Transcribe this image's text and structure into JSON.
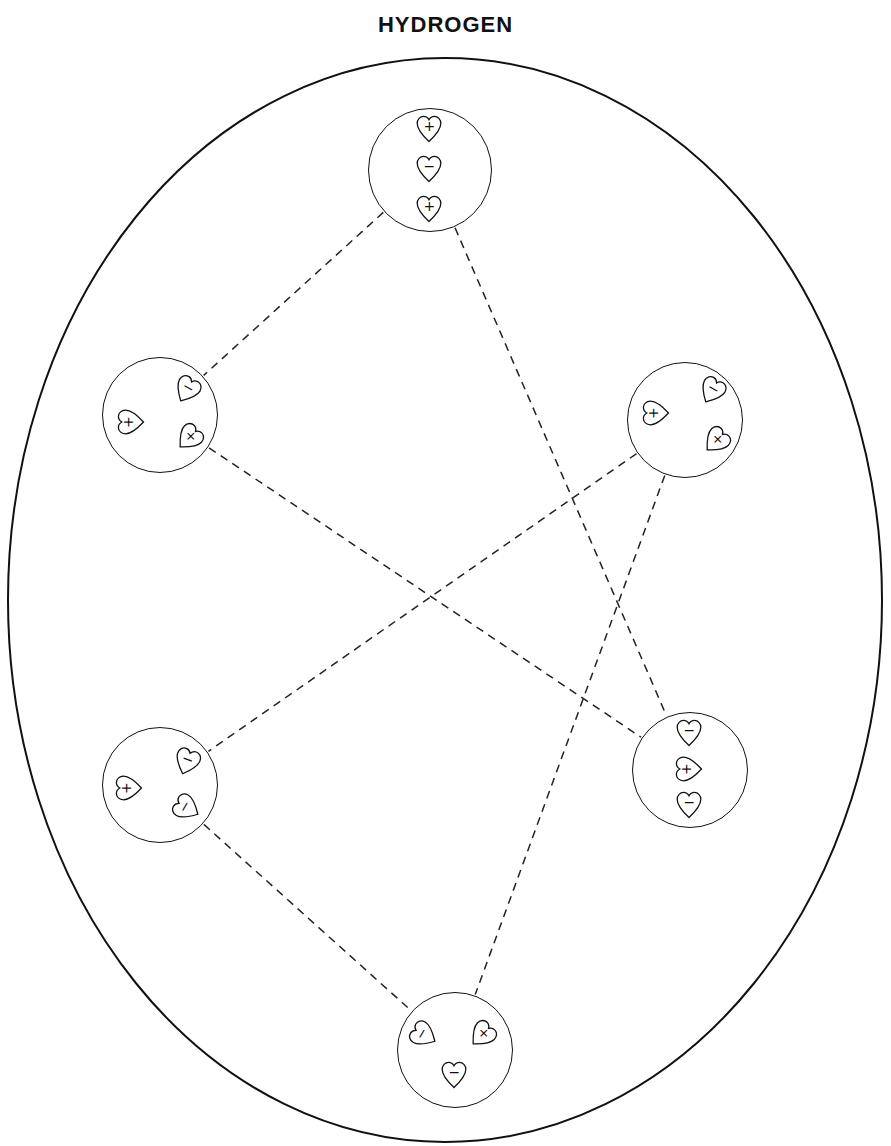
{
  "diagram": {
    "nodes": [
      {
        "text": [
          "HYDROGEN"
        ]
      },
      {
        "text": [],
        "in": 0
      },
      {
        "text": [
          "+"
        ],
        "in": 1
      },
      {
        "text": [
          "−"
        ],
        "in": 1
      },
      {
        "text": [
          "+"
        ],
        "in": 1
      },
      {
        "text": [],
        "in": 0
      },
      {
        "text": [
          "−"
        ],
        "in": 5
      },
      {
        "text": [
          "+"
        ],
        "in": 5
      },
      {
        "text": [
          "+"
        ],
        "in": 5
      },
      {
        "text": [],
        "in": 0
      },
      {
        "text": [
          "−"
        ],
        "in": 9
      },
      {
        "text": [
          "+"
        ],
        "in": 9
      },
      {
        "text": [
          "+"
        ],
        "in": 9
      },
      {
        "text": [],
        "in": 0
      },
      {
        "text": [
          "+"
        ],
        "in": 13
      },
      {
        "text": [
          "−"
        ],
        "in": 13
      },
      {
        "text": [
          "−"
        ],
        "in": 13
      },
      {
        "text": [],
        "in": 0
      },
      {
        "text": [
          "−"
        ],
        "in": 17
      },
      {
        "text": [
          "+"
        ],
        "in": 17
      },
      {
        "text": [
          "−"
        ],
        "in": 17
      },
      {
        "text": [],
        "in": 0
      },
      {
        "text": [
          "−"
        ],
        "in": 21
      },
      {
        "text": [
          "+"
        ],
        "in": 21
      },
      {
        "text": [
          "−"
        ],
        "in": 21
      }
    ],
    "edges": [
      {
        "from": 1,
        "to": 5,
        "arrow": "none"
      },
      {
        "from": 1,
        "to": 17,
        "arrow": "none"
      },
      {
        "from": 5,
        "to": 17,
        "arrow": "none"
      },
      {
        "from": 9,
        "to": 13,
        "arrow": "none"
      },
      {
        "from": 9,
        "to": 21,
        "arrow": "none"
      },
      {
        "from": 13,
        "to": 21,
        "arrow": "none"
      }
    ]
  }
}
